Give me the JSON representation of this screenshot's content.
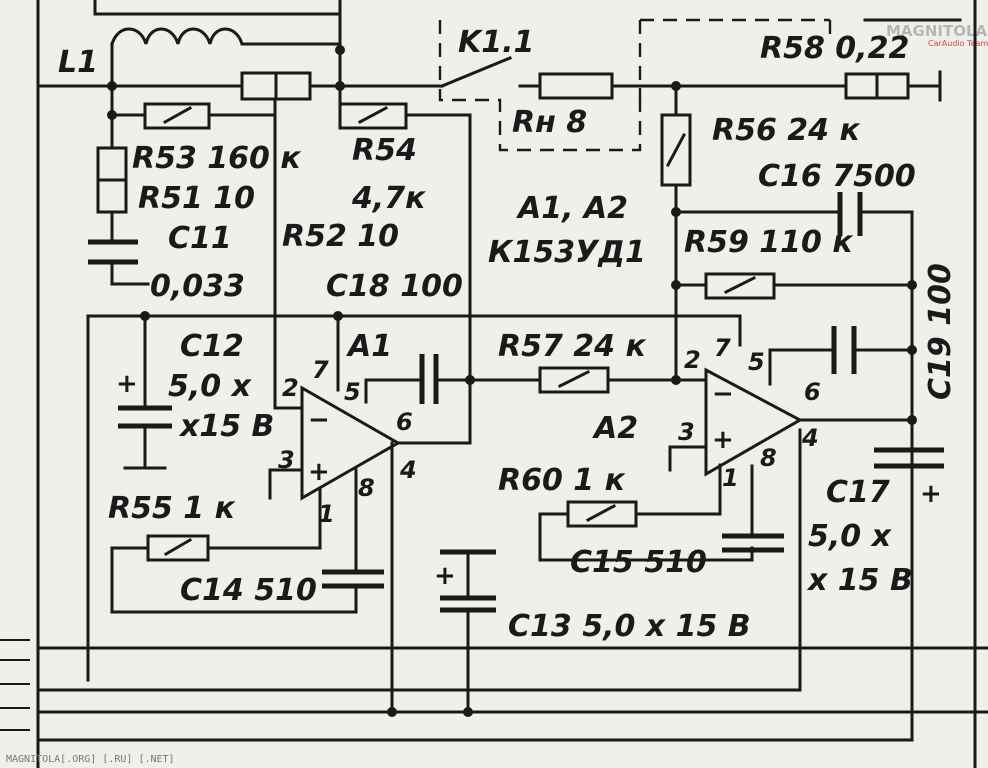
{
  "watermark": {
    "brand": "MAGNITOLA",
    "sub": "CarAudio Team"
  },
  "footer": "MAGNITOLA[.ORG] [.RU] [.NET]",
  "labels": {
    "L1": "L1",
    "K11": "K1.1",
    "Rh": "Rн  8",
    "R58": "R58  0,22",
    "R53": "R53 160 к",
    "R51": "R51  10",
    "R54a": "R54",
    "R54b": "4,7к",
    "R52": "R52  10",
    "C11a": "C11",
    "C11b": "0,033",
    "C18": "C18  100",
    "A1A2a": "A1, A2",
    "A1A2b": "К153УД1",
    "R56": "R56  24 к",
    "C16": "C16  7500",
    "R59": "R59 110 к",
    "C19": "C19  100",
    "C12a": "C12",
    "C12b": "5,0 x",
    "C12c": "x15 В",
    "A1": "A1",
    "R57": "R57  24 к",
    "A2": "A2",
    "R55": "R55  1 к",
    "R60": "R60  1 к",
    "C14": "C14  510",
    "C15": "C15  510",
    "C13": "C13   5,0 x 15 В",
    "C17a": "C17",
    "C17b": "5,0 x",
    "C17c": "x 15 В"
  },
  "pins": {
    "a1_2": "2",
    "a1_7": "7",
    "a1_5": "5",
    "a1_3": "3",
    "a1_6": "6",
    "a1_4": "4",
    "a1_8": "8",
    "a1_1": "1",
    "a2_2": "2",
    "a2_7": "7",
    "a2_5": "5",
    "a2_3": "3",
    "a2_6": "6",
    "a2_4": "4",
    "a2_8": "8",
    "a2_1": "1"
  },
  "signs": {
    "minus": "−",
    "plus": "+"
  }
}
